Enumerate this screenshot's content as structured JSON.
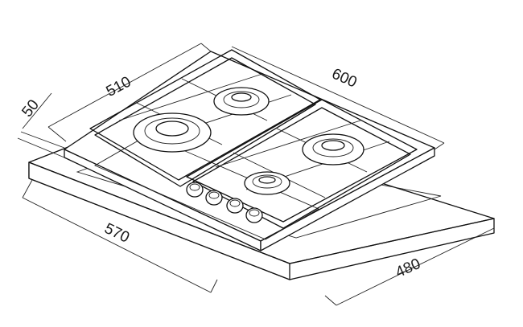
{
  "diagram": {
    "dimensions": {
      "hob_width": "600",
      "hob_depth": "510",
      "hob_height": "50",
      "cutout_width": "570",
      "cutout_depth": "480"
    },
    "burners": 4,
    "knobs": 4
  }
}
